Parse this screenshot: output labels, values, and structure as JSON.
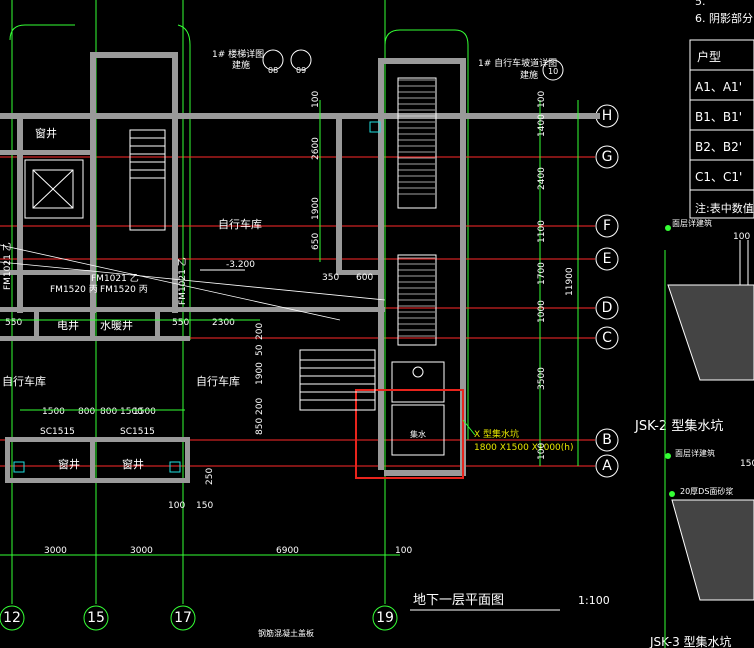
{
  "colors": {
    "background": "#000000",
    "wall": "#9a9a9a",
    "grid_axis": "#ff2a2a",
    "dimension": "#35ff35",
    "outline": "#35ff35",
    "highlight_box": "#e8241c",
    "text": "#ffffff",
    "annotation": "#e8e800",
    "cyan": "#20e0e0"
  },
  "top_notes": {
    "note5": "5.",
    "note6": "6. 阴影部分..."
  },
  "axis_rows": [
    "H",
    "G",
    "F",
    "E",
    "D",
    "C",
    "B",
    "A"
  ],
  "axis_cols": [
    "12",
    "15",
    "17",
    "19"
  ],
  "rooms": {
    "window_well_top": "窗井",
    "bike_garage_center": "自行车库",
    "bike_garage_left": "自行车库",
    "bike_garage_mid": "自行车库",
    "electric_well": "电井",
    "water_well": "水暖井",
    "window_well_bottom_left": "窗井",
    "window_well_bottom_right": "窗井",
    "sump": "集水"
  },
  "doors": {
    "fm1021_a": "FM1021 乙",
    "fm1021_b": "FM1021 乙",
    "fm1520_a": "FM1520 丙",
    "fm1520_b": "FM1520 丙",
    "fm1021_right": "FM1021 乙",
    "sc1515_a": "SC1515",
    "sc1515_b": "SC1515"
  },
  "elevation": "-3.200",
  "callouts": {
    "stair1_title": "1# 楼梯详图",
    "stair1_ref_a": "08",
    "stair1_ref_b": "09",
    "stair1_sub": "建施",
    "stair2_title": "1# 自行车坡道详图",
    "stair2_ref": "10",
    "stair2_sub": "建施"
  },
  "sump_label_line1": "X 型集水坑",
  "sump_label_line2": "1800 X1500 X1000(h)",
  "right_dims": [
    "100",
    "1400",
    "2400",
    "1100",
    "1700",
    "1000",
    "3500",
    "100"
  ],
  "right_total": "11900",
  "inner_dims": [
    "100",
    "2600",
    "1900",
    "650",
    "350",
    "600"
  ],
  "left_dims": {
    "d550_a": "550",
    "d550_b": "550",
    "d2300": "2300",
    "d1500_a": "1500",
    "d800_a": "800",
    "d1500_b": "1500",
    "d800_b": "800",
    "d1500_c": "1500",
    "d200_a": "200",
    "d50": "50",
    "d1900": "1900",
    "d200_b": "200",
    "d850": "850",
    "d100": "100",
    "d150": "150",
    "d250": "250"
  },
  "bottom_dims": [
    "3000",
    "3000",
    "6900",
    "100"
  ],
  "drawing_title": "地下一层平面图",
  "scale": "1:100",
  "bottom_small_note": "钢筋混凝土盖板",
  "table": {
    "header": "户型",
    "rows": [
      "A1、A1'",
      "B1、B1'",
      "B2、B2'",
      "C1、C1'"
    ],
    "note": "注:表中数值"
  },
  "right_side": {
    "label_jsk2": "JSK-2 型集水坑",
    "label_jsk3": "JSK-3 型集水坑",
    "label_100": "100",
    "label_150": "150",
    "ds_note": "20厚DS面砂浆",
    "top_note": "面层详建筑"
  }
}
